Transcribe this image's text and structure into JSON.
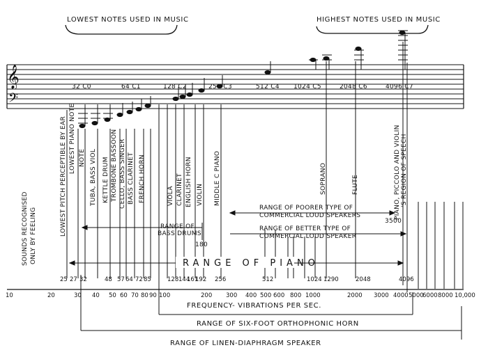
{
  "headers": {
    "lowest": "LOWEST NOTES USED IN MUSIC",
    "highest": "HIGHEST NOTES USED IN MUSIC"
  },
  "staff_labels": [
    "32 C0",
    "64 C1",
    "128 C2",
    "256 C3",
    "512 C4",
    "1024 C5",
    "2048 C6",
    "4096 C7"
  ],
  "instruments": [
    "LOWEST PITCH PERCEPTIBLE BY EAR",
    "LOWEST PIANO NOTE",
    "TUBA, BASS VIOL",
    "KETTLE DRUM",
    "TROMBONE BASSOON",
    "CELLO, BASS SINGER",
    "BASS CLARINET",
    "FRENCH HORN",
    "VIOLA",
    "CLARINET",
    "ENGLISH HORN",
    "VIOLIN",
    "MIDDLE C PIANO",
    "SOPRANO",
    "FLUTE",
    "PIANO, PICCOLO AND VIOLIN",
    "'S REGION OF SPEECH"
  ],
  "side_label": [
    "SOUNDS RECOGNISED",
    "ONLY BY FEELING"
  ],
  "ranges": {
    "poorer": [
      "RANGE OF POORER TYPE OF",
      "COMMERCIAL LOUD SPEAKERS"
    ],
    "poorer_end": "3500",
    "better": [
      "RANGE OF BETTER TYPE OF",
      "COMMERCIAL LOUD SPEAKER"
    ],
    "bass_drums": [
      "RANGE OF",
      "BASS DRUMS"
    ],
    "bass_drums_end": "180",
    "piano": "RANGE OF PIANO",
    "frequency": "FREQUENCY- VIBRATIONS PER SEC.",
    "orthophonic": "RANGE OF SIX-FOOT ORTHOPHONIC HORN",
    "linen": "RANGE OF LINEN-DIAPHRAGM SPEAKER"
  },
  "piano_ticks": [
    "25",
    "27",
    "32",
    "48",
    "57",
    "64",
    "72",
    "85",
    "128",
    "144",
    "161",
    "192",
    "256",
    "512",
    "1024",
    "1290",
    "2048",
    "4096"
  ],
  "axis_ticks": [
    "10",
    "20",
    "30",
    "40",
    "50",
    "60",
    "70",
    "80",
    "90",
    "100",
    "200",
    "300",
    "400",
    "500",
    "600",
    "800",
    "1000",
    "2000",
    "3000",
    "4000",
    "5000",
    "6000",
    "8000",
    "10,000"
  ]
}
